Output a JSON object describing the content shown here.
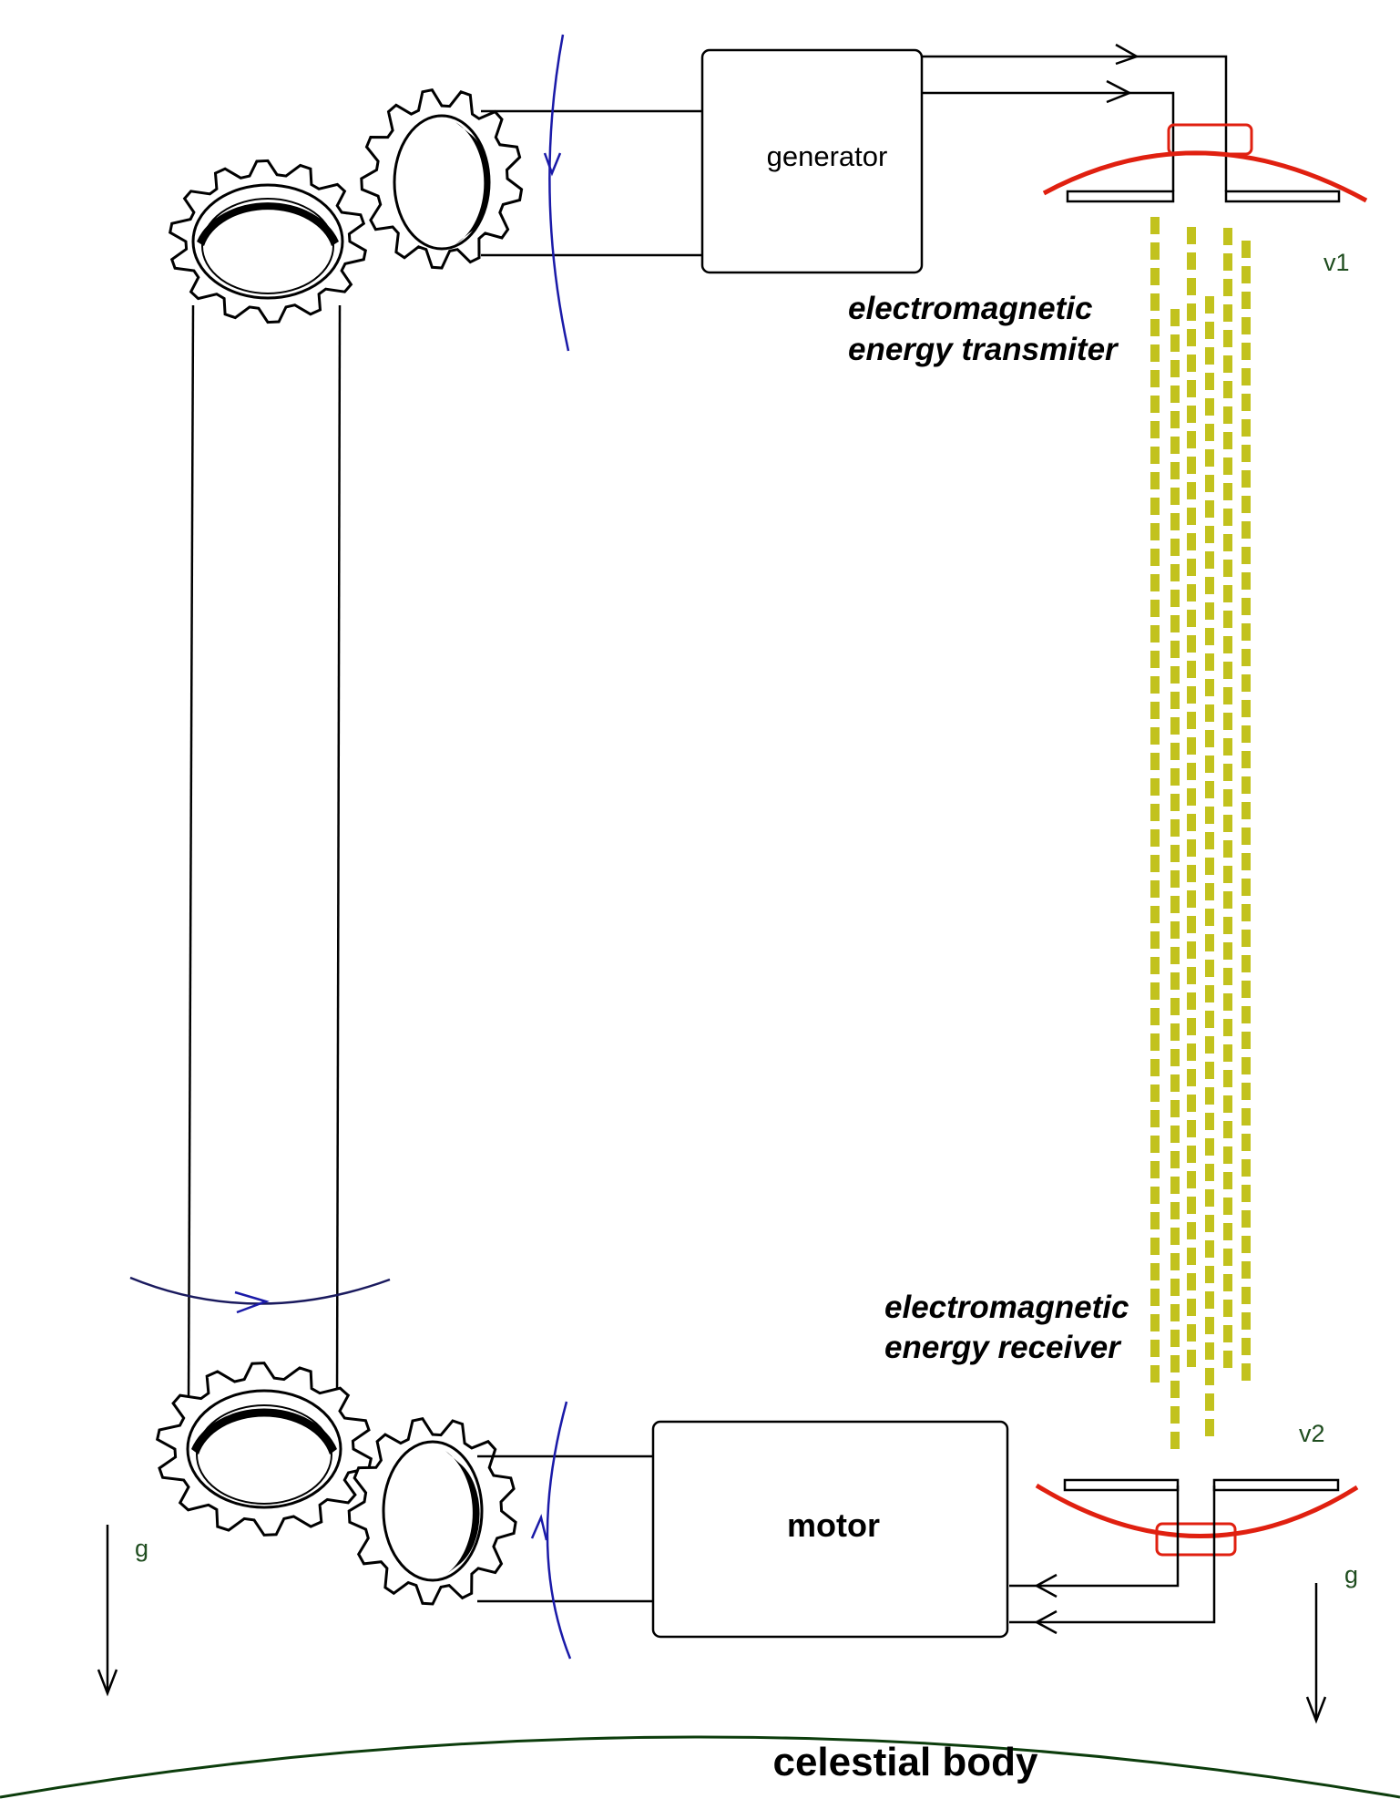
{
  "labels": {
    "generator": "generator",
    "motor": "motor",
    "transmitter_line1": "electromagnetic",
    "transmitter_line2": "energy transmiter",
    "receiver_line1": "electromagnetic",
    "receiver_line2": "energy receiver",
    "v1": "v1",
    "v2": "v2",
    "g_left": "g",
    "g_right": "g",
    "celestial_body": "celestial body"
  },
  "colors": {
    "line": "#000000",
    "rotation_arrow": "#1a1aa8",
    "antenna": "#e02010",
    "beam": "#c2c21e",
    "ground": "#0c3d0c"
  },
  "icons": [
    "sprocket-gear-icon",
    "rotation-arrow-icon",
    "gravity-arrow-icon",
    "antenna-dish-icon"
  ]
}
